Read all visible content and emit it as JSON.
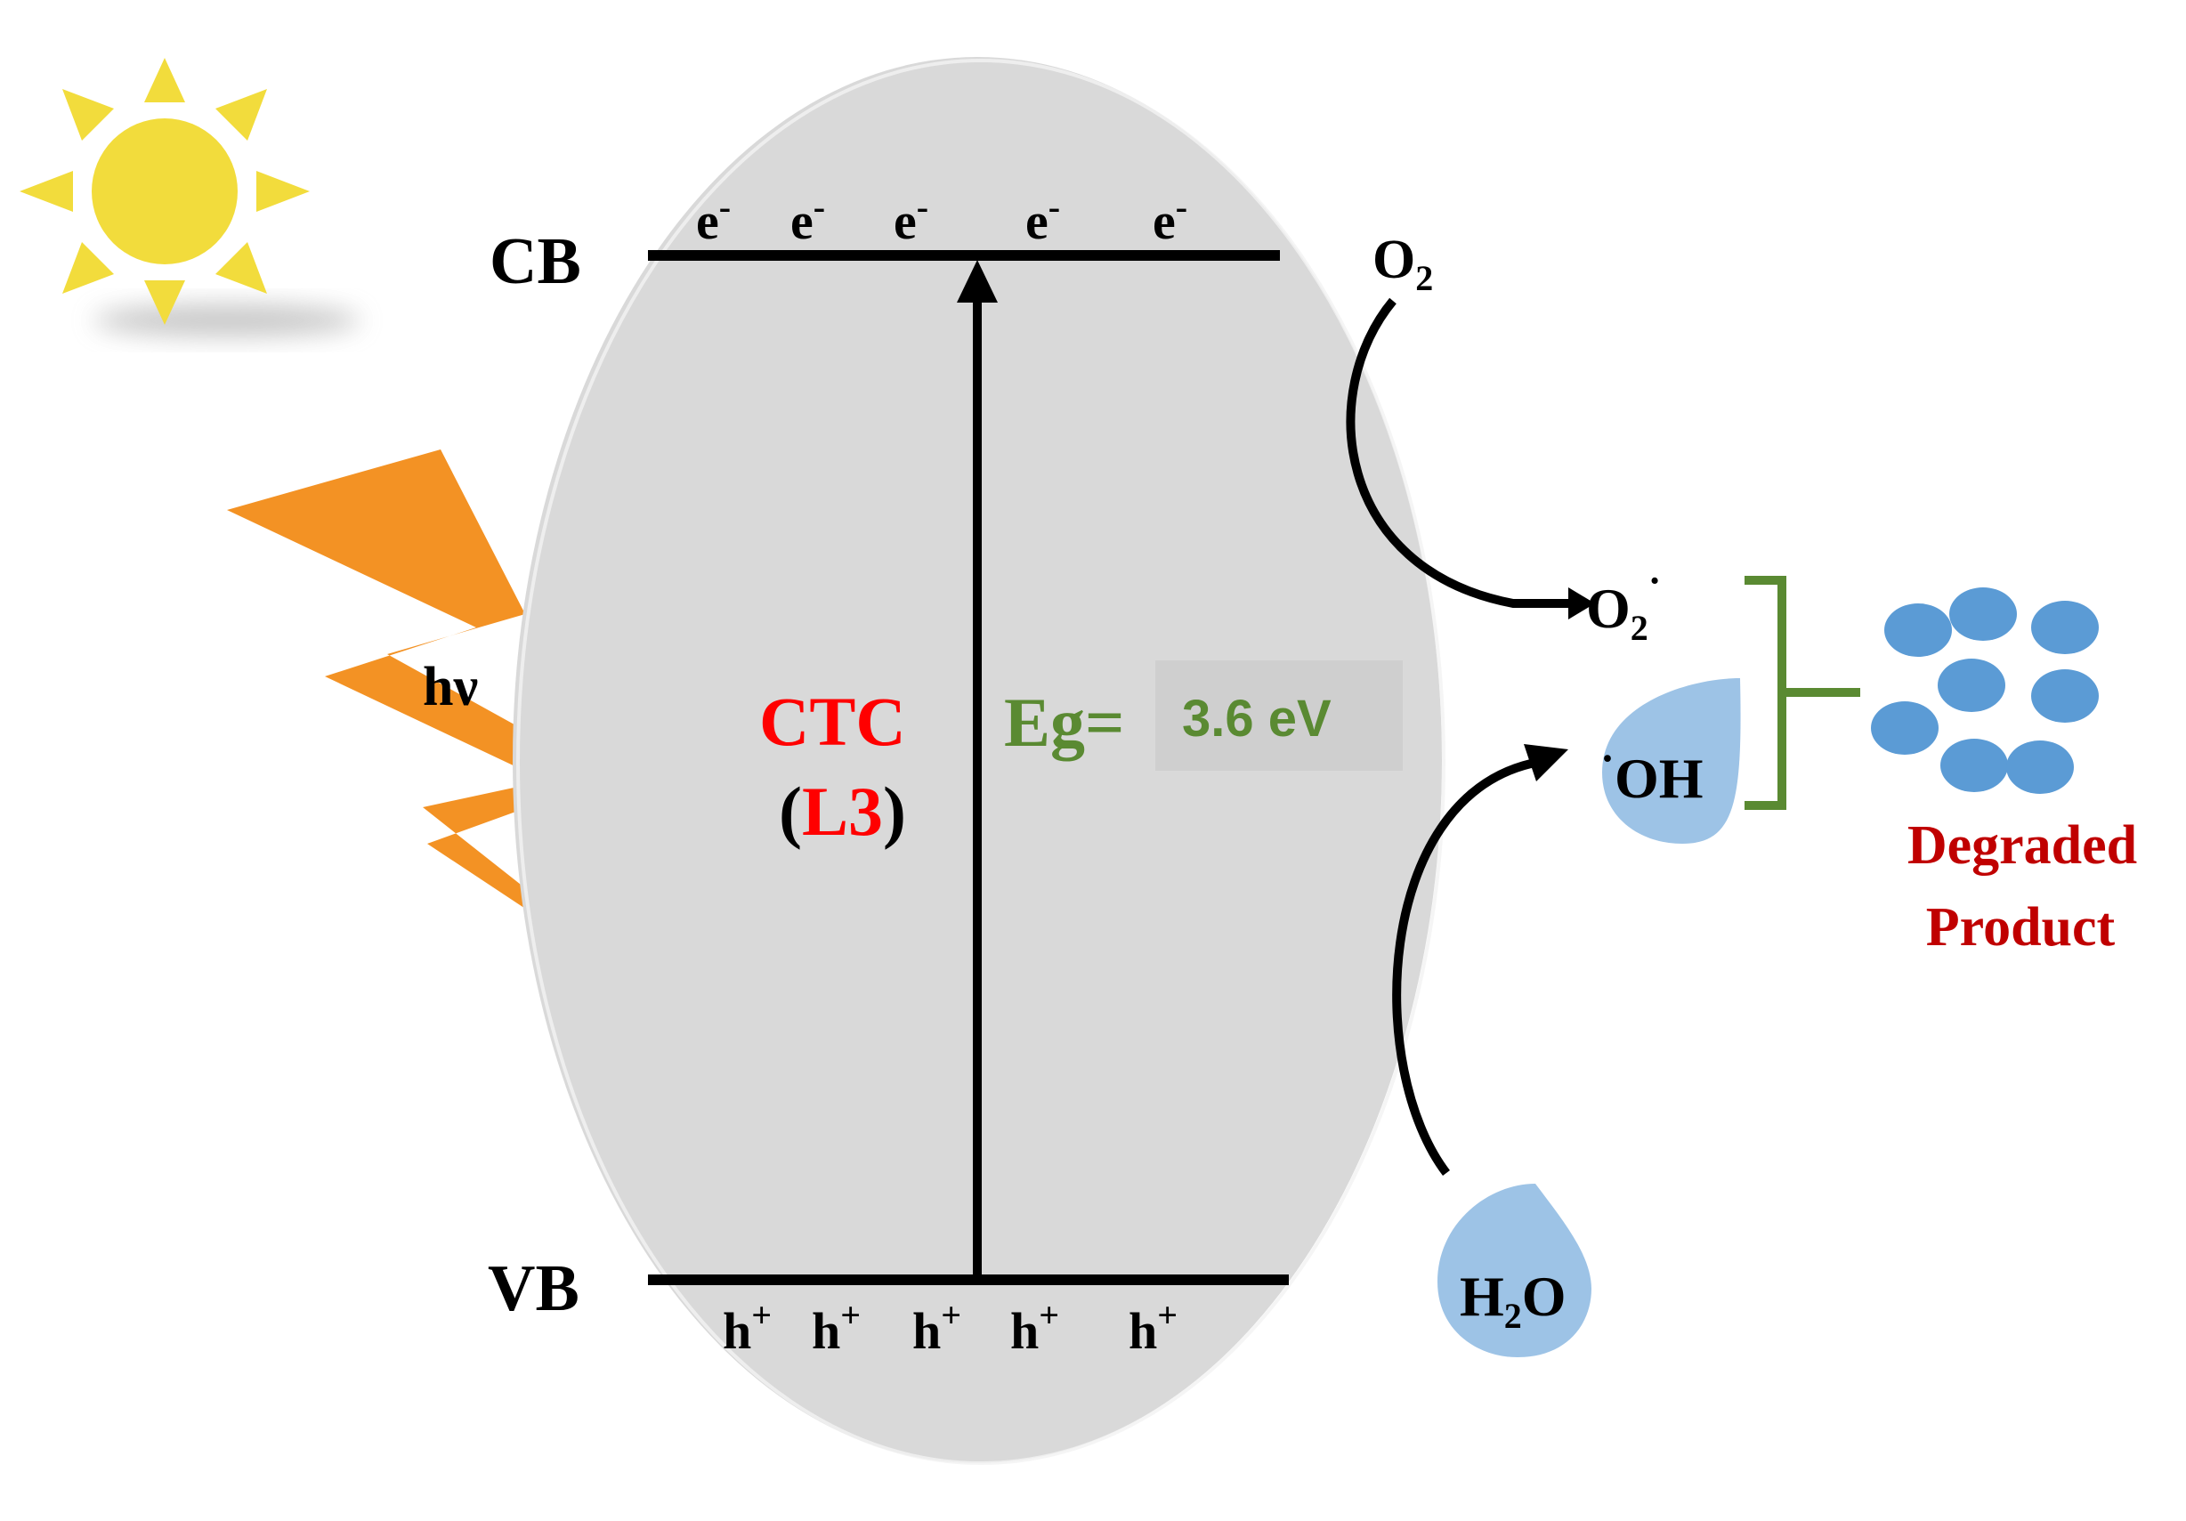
{
  "labels": {
    "cb": "CB",
    "vb": "VB",
    "hv": "hν",
    "ctc": "CTC",
    "l3_open": "(",
    "l3": "L3",
    "l3_close": ")",
    "eg": "Eg=",
    "eg_value": "3.6 eV",
    "electron": "e",
    "electron_sup": "-",
    "hole": "h",
    "hole_sup": "+",
    "o2_base": "O",
    "o2_sub": "2",
    "superoxide_base": "O",
    "superoxide_sub": "2",
    "superoxide_sup": "·",
    "hydroxyl_dot": "·",
    "hydroxyl": "OH",
    "water_h": "H",
    "water_sub": "2",
    "water_o": "O",
    "degraded_line1": "Degraded",
    "degraded_line2": "Product"
  },
  "colors": {
    "ellipse": "#d9d9d9",
    "sun": "#f2dc3c",
    "lightning": "#f39224",
    "ctc_red": "#ff0000",
    "eg_green": "#5a8a32",
    "drop_blue": "#9dc3e6",
    "particle_blue": "#5b9bd5",
    "bracket_green": "#5a8a32",
    "degraded_red": "#c00000"
  },
  "icons": [
    "sun-icon",
    "lightning-icon",
    "water-drop-icon",
    "particle-icon"
  ]
}
